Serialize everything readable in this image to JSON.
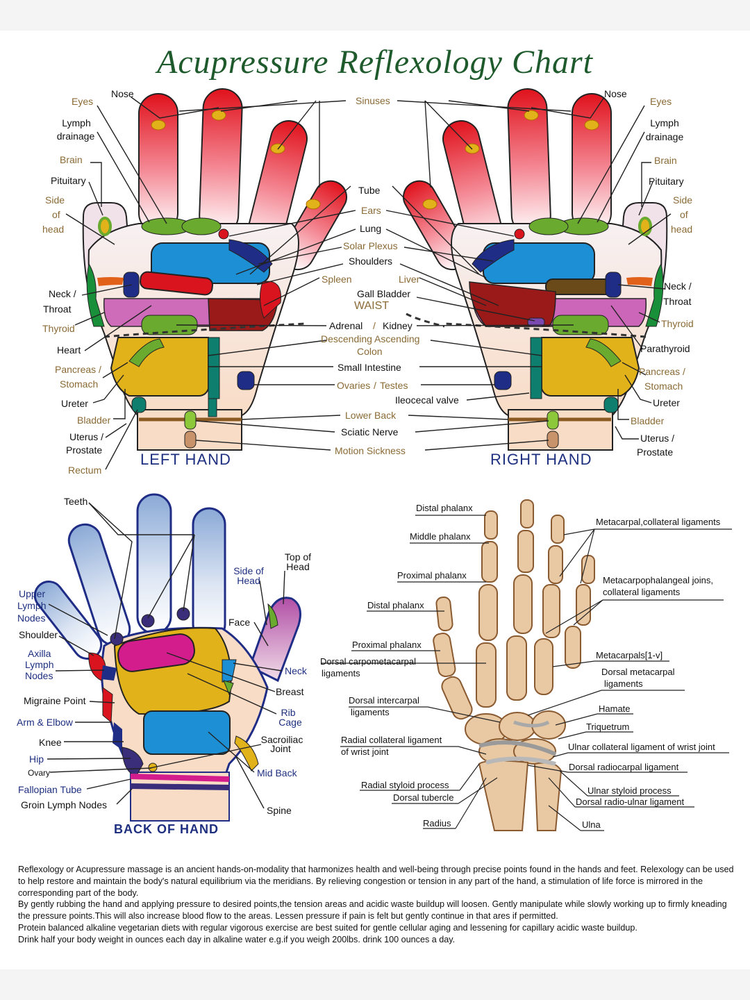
{
  "title": "Acupressure Reflexology Chart",
  "hands": {
    "left_title": "LEFT HAND",
    "right_title": "RIGHT HAND",
    "back_title": "BACK OF HAND"
  },
  "center_labels": {
    "sinuses": "Sinuses",
    "tube": "Tube",
    "ears": "Ears",
    "lung": "Lung",
    "solar_plexus": "Solar Plexus",
    "shoulders": "Shoulders",
    "spleen": "Spleen",
    "liver": "Liver",
    "gall_bladder": "Gall Bladder",
    "waist": "WAIST",
    "adrenal": "Adrenal",
    "slash": "/",
    "kidney": "Kidney",
    "desc_asc": "Descending Ascending",
    "colon": "Colon",
    "small_intestine": "Small Intestine",
    "ovaries": "Ovaries",
    "testes": "Testes",
    "ileocecal": "Ileocecal valve",
    "lower_back": "Lower Back",
    "sciatic": "Sciatic Nerve",
    "motion": "Motion Sickness"
  },
  "left_labels": {
    "nose": "Nose",
    "eyes": "Eyes",
    "lymph1": "Lymph",
    "lymph2": "drainage",
    "brain": "Brain",
    "pituitary": "Pituitary",
    "side1": "Side",
    "side2": "of",
    "side3": "head",
    "neck": "Neck /",
    "throat": "Throat",
    "thyroid": "Thyroid",
    "heart": "Heart",
    "pancreas": "Pancreas /",
    "stomach": "Stomach",
    "ureter": "Ureter",
    "bladder": "Bladder",
    "uterus": "Uterus /",
    "prostate": "Prostate",
    "rectum": "Rectum"
  },
  "right_labels": {
    "nose": "Nose",
    "eyes": "Eyes",
    "lymph1": "Lymph",
    "lymph2": "drainage",
    "brain": "Brain",
    "pituitary": "Pituitary",
    "side1": "Side",
    "side2": "of",
    "side3": "head",
    "neck": "Neck /",
    "throat": "Throat",
    "thyroid": "Thyroid",
    "parathyroid": "Parathyroid",
    "pancreas": "Pancreas /",
    "stomach": "Stomach",
    "ureter": "Ureter",
    "bladder": "Bladder",
    "uterus": "Uterus /",
    "prostate": "Prostate"
  },
  "back_labels": {
    "teeth": "Teeth",
    "top_head1": "Top  of",
    "top_head2": "Head",
    "side_head1": "Side  of",
    "side_head2": "Head",
    "upper1": "Upper",
    "upper2": "Lymph",
    "upper3": "Nodes",
    "face": "Face",
    "shoulder": "Shoulder",
    "axilla1": "Axilla",
    "axilla2": "Lymph",
    "axilla3": "Nodes",
    "neck": "Neck",
    "breast": "Breast",
    "migraine": "Migraine  Point",
    "rib1": "Rib",
    "rib2": "Cage",
    "arm": "Arm & Elbow",
    "sacro1": "Sacroiliac",
    "sacro2": "Joint",
    "knee": "Knee",
    "hip": "Hip",
    "ovary": "Ovary",
    "midback": "Mid  Back",
    "fallopian": "Fallopian  Tube",
    "groin": "Groin  Lymph  Nodes",
    "spine": "Spine"
  },
  "bone_labels": {
    "distal1": "Distal phalanx",
    "middle": "Middle phalanx",
    "proximal1": "Proximal phalanx",
    "distal2": "Distal phalanx",
    "proximal2": "Proximal phalanx",
    "dcm1": "Dorsal carpometacarpal",
    "dcm2": "ligaments",
    "dic1": "Dorsal intercarpal",
    "dic2": "ligaments",
    "rcl1": "Radial collateral ligament",
    "rcl2": "of wrist joint",
    "rsp": "Radial styloid process",
    "dt": "Dorsal tubercle",
    "radius": "Radius",
    "mcl": "Metacarpal,collateral ligaments",
    "mpj1": "Metacarpophalangeal joins,",
    "mpj2": "collateral ligaments",
    "metacarpals": "Metacarpals[1-v]",
    "dml1": "Dorsal metacarpal",
    "dml2": "ligaments",
    "hamate": "Hamate",
    "triquetrum": "Triquetrum",
    "ucl": "Ulnar collateral ligament of wrist joint",
    "drl": "Dorsal radiocarpal ligament",
    "usp": "Ulnar styloid process",
    "dru": "Dorsal radio-ulnar ligament",
    "ulna": "Ulna"
  },
  "description": [
    "Reflexology or Acupressure massage is an ancient hands-on-modality that harmonizes health and well-being through precise points found in the hands and feet. Relexology can be used to help restore and maintain the body's natural equilibrium via the meridians. By relieving congestion or tension in any part of the hand, a stimulation of life force is mirrored in the corresponding part of the body.",
    "By gently rubbing the hand and applying pressure to desired points,the tension areas and acidic waste buildup will loosen. Gently manipulate while  slowly working up to firmly kneading the pressure points.This will also increase blood flow to the areas. Lessen pressure if pain is felt but gently continue in that ares if permitted.",
    "Protein balanced alkaline vegetarian diets with regular vigorous exercise are best suited for gentle cellular aging and lessening for capillary acidic waste buildup.",
    "Drink half your body weight in ounces each day in alkaline water e.g.if you weigh 200lbs. drink 100 ounces a day."
  ],
  "colors": {
    "title": "#1e5a2c",
    "label_blue": "#1e2f80",
    "label_brown": "#8a6a35",
    "red": "#d9141e",
    "green": "#6aaa2e",
    "blue": "#1d8fd4",
    "yellow": "#e2b21a",
    "maroon": "#9a1a1a",
    "purple": "#cc66b8",
    "navy": "#1f2d86",
    "teal": "#0e7f6e",
    "skin": "#f8dcc6",
    "bone": "#e9c9a4"
  }
}
